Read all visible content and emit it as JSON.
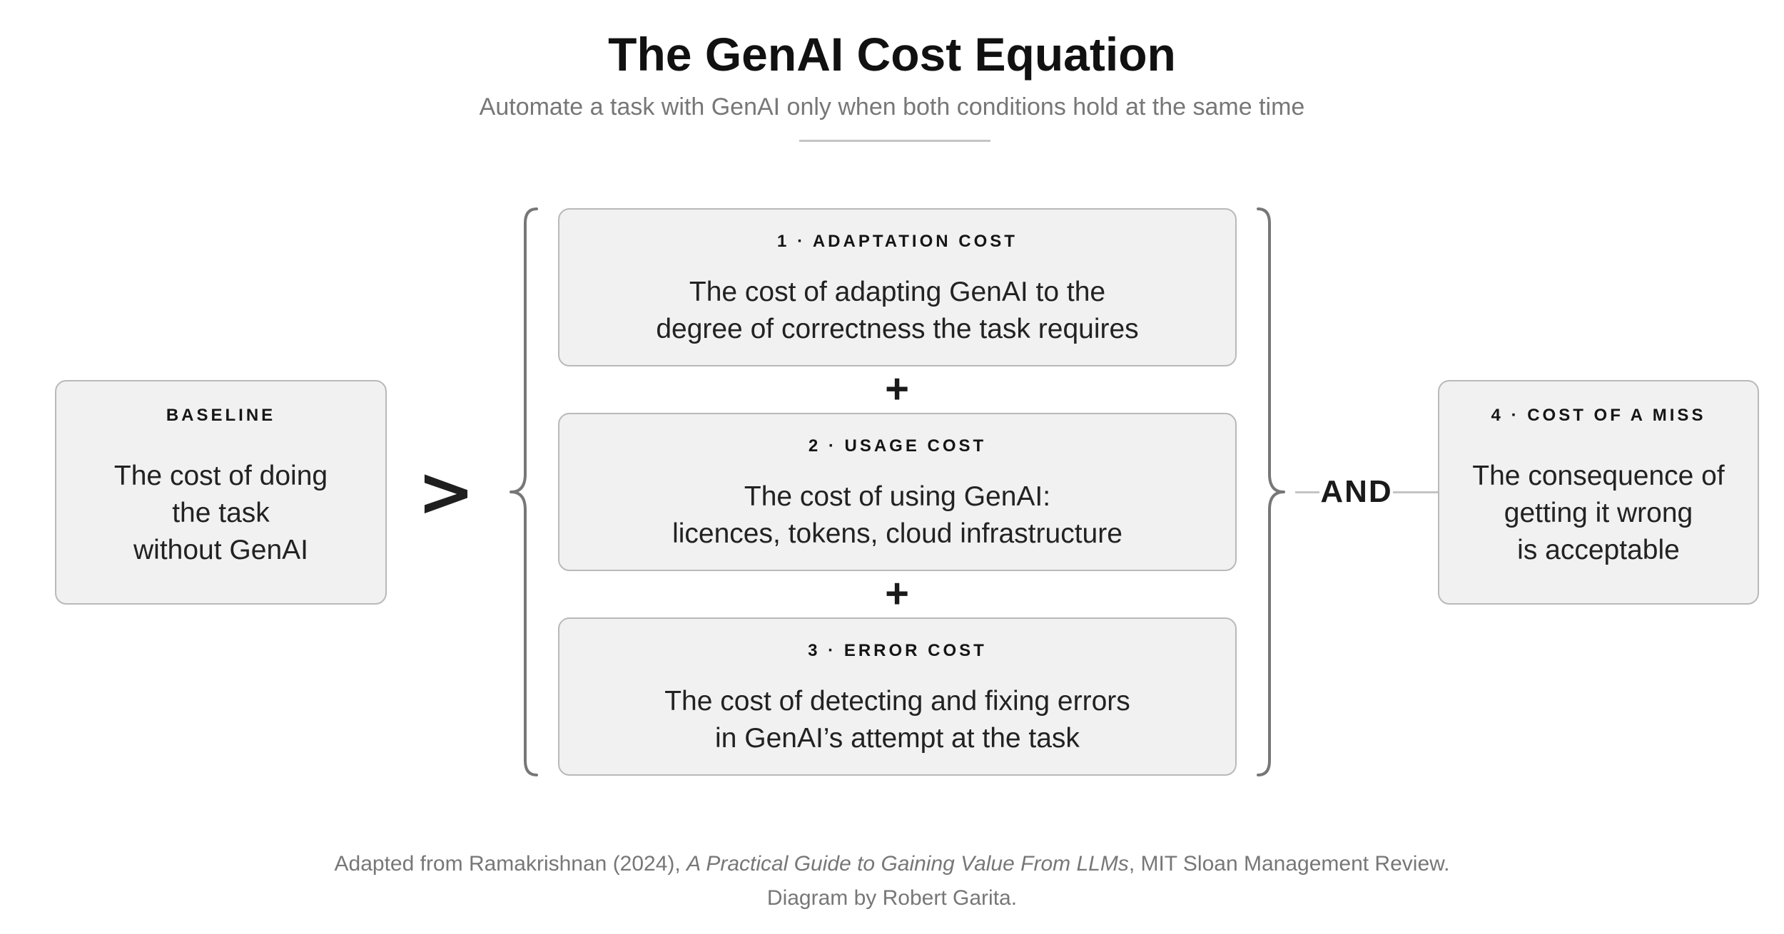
{
  "header": {
    "title": "The GenAI Cost Equation",
    "subtitle": "Automate a task with GenAI only when both conditions hold at the same time"
  },
  "baseline": {
    "label": "BASELINE",
    "text_lines": [
      "The cost of doing",
      "the task",
      "without GenAI"
    ]
  },
  "comparison_symbol": ">",
  "costs": [
    {
      "label": "1 · ADAPTATION COST",
      "text_lines": [
        "The cost of adapting GenAI to the",
        "degree of correctness the task requires"
      ]
    },
    {
      "label": "2 · USAGE COST",
      "text_lines": [
        "The cost of using GenAI:",
        "licences, tokens, cloud infrastructure"
      ]
    },
    {
      "label": "3 · ERROR COST",
      "text_lines": [
        "The cost of detecting and fixing errors",
        "in GenAI’s attempt at the task"
      ]
    }
  ],
  "plus_symbol": "+",
  "connector": "AND",
  "miss": {
    "label": "4 · COST OF A MISS",
    "text_lines": [
      "The consequence of",
      "getting it wrong",
      "is acceptable"
    ]
  },
  "footer": {
    "prefix": "Adapted from Ramakrishnan (2024), ",
    "work_title": "A Practical Guide to Gaining Value From LLMs",
    "suffix": ", MIT Sloan Management Review.",
    "credit": "Diagram by Robert Garita."
  },
  "colors": {
    "box_fill": "#f1f1f1",
    "box_border": "#b9b9b9",
    "brace": "#777777",
    "muted_text": "#777777",
    "rule": "#c4c4c4"
  }
}
